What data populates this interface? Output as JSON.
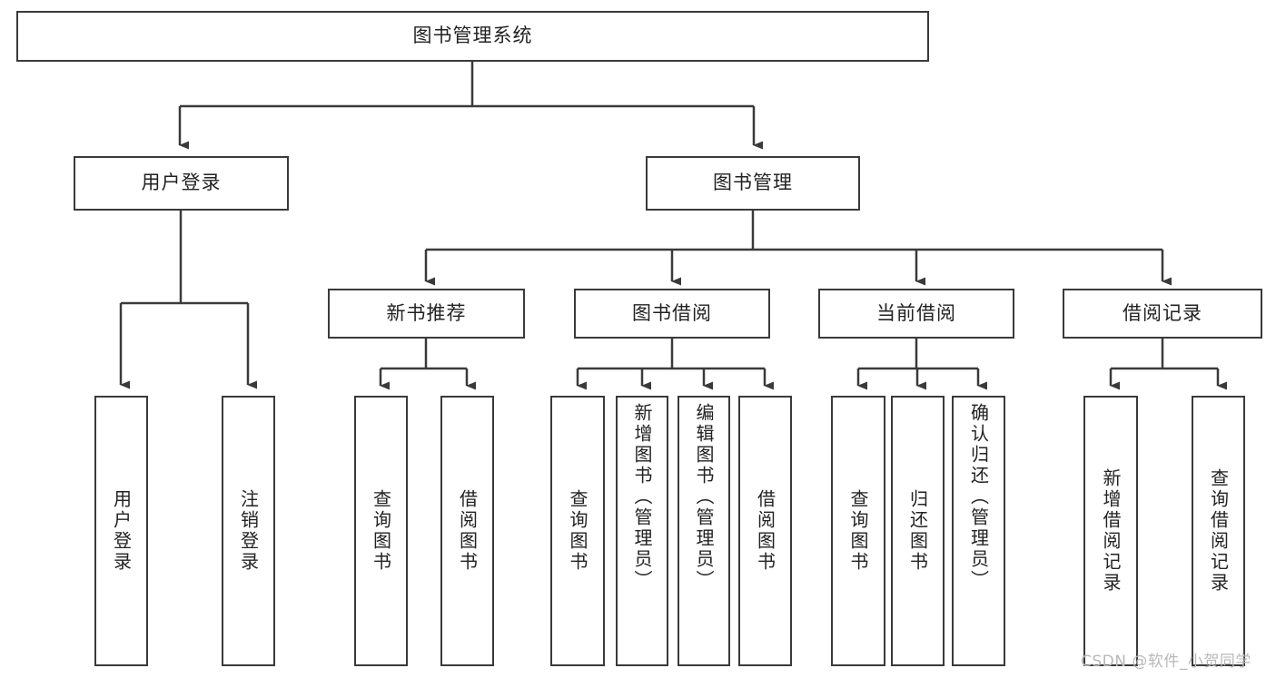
{
  "diagram": {
    "title": "图书管理系统",
    "type": "tree-hierarchy",
    "root": {
      "label": "图书管理系统"
    },
    "level1": [
      {
        "label": "用户登录"
      },
      {
        "label": "图书管理"
      }
    ],
    "level2": [
      {
        "label": "新书推荐"
      },
      {
        "label": "图书借阅"
      },
      {
        "label": "当前借阅"
      },
      {
        "label": "借阅记录"
      }
    ],
    "leaves": {
      "user_login": [
        {
          "label": "用户登录"
        },
        {
          "label": "注销登录"
        }
      ],
      "new_book_recommend": [
        {
          "label": "查询图书"
        },
        {
          "label": "借阅图书"
        }
      ],
      "book_borrow": [
        {
          "label": "查询图书"
        },
        {
          "label": "新增图书（管理员）"
        },
        {
          "label": "编辑图书（管理员）"
        },
        {
          "label": "借阅图书"
        }
      ],
      "current_borrow": [
        {
          "label": "查询图书"
        },
        {
          "label": "归还图书"
        },
        {
          "label": "确认归还（管理员）"
        }
      ],
      "borrow_record": [
        {
          "label": "新增借阅记录"
        },
        {
          "label": "查询借阅记录"
        }
      ]
    }
  },
  "watermark": {
    "text": "CSDN @软件_小贺同学"
  },
  "colors": {
    "stroke": "#3a3a3a",
    "background": "#ffffff",
    "text": "#222222",
    "watermark": "#b8b8b8"
  }
}
